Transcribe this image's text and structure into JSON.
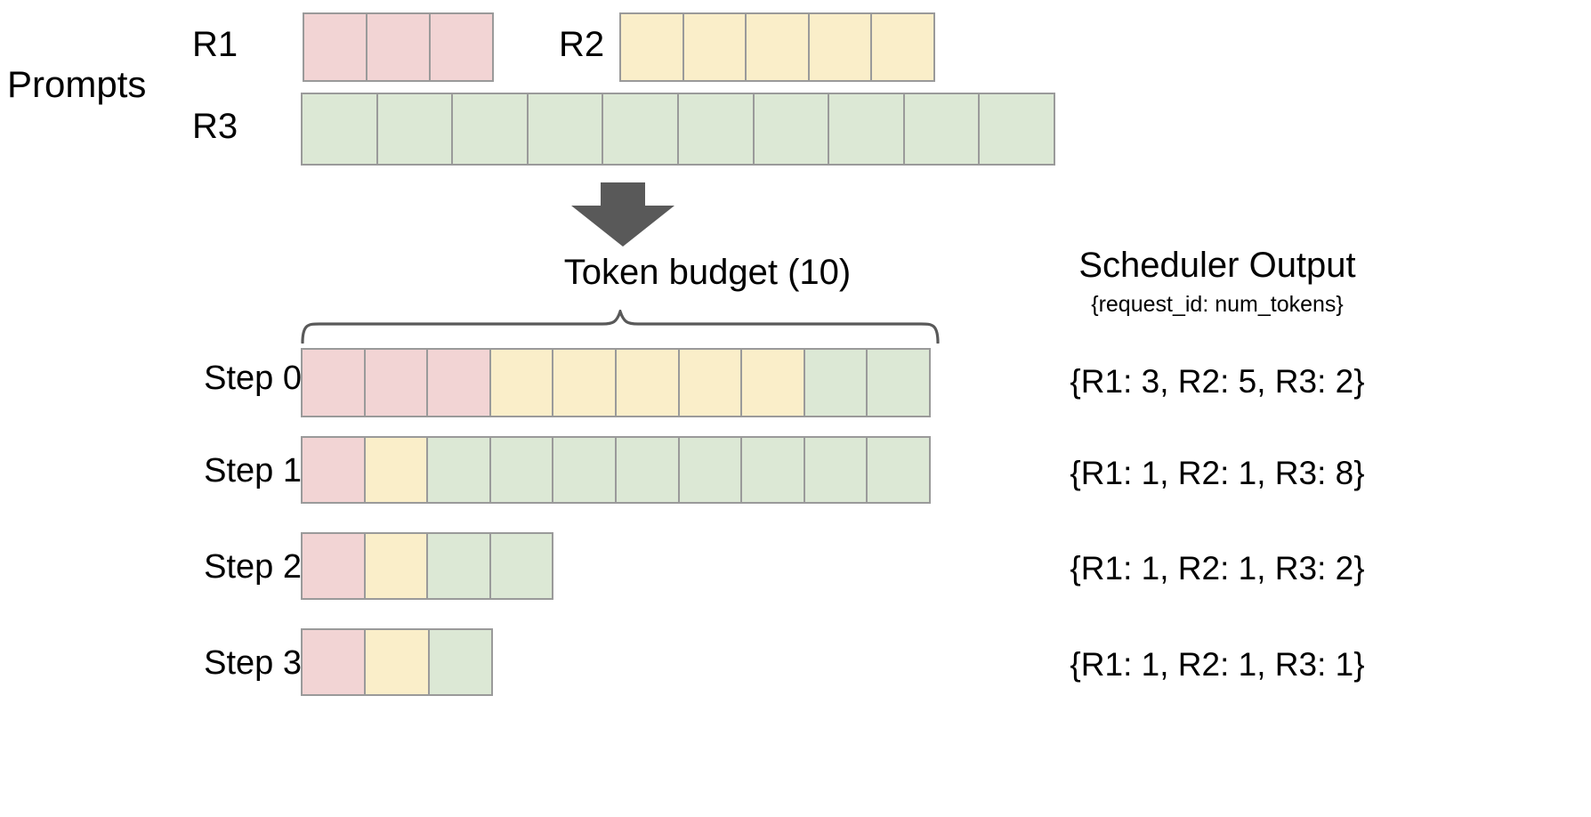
{
  "diagram": {
    "prompts_label": "Prompts",
    "requests": [
      {
        "id": "R1",
        "label": "R1",
        "tokens": 3,
        "color": "#f2d4d4"
      },
      {
        "id": "R2",
        "label": "R2",
        "tokens": 5,
        "color": "#faeec9"
      },
      {
        "id": "R3",
        "label": "R3",
        "tokens": 10,
        "color": "#dce8d5"
      }
    ],
    "token_budget_label": "Token  budget (10)",
    "token_budget": 10,
    "arrow_color": "#595959",
    "brace_color": "#595959",
    "scheduler_output": {
      "title": "Scheduler Output",
      "subtitle": "{request_id: num_tokens}"
    },
    "steps": [
      {
        "label": "Step 0",
        "segments": [
          {
            "request": "R1",
            "count": 3,
            "color": "#f2d4d4"
          },
          {
            "request": "R2",
            "count": 5,
            "color": "#faeec9"
          },
          {
            "request": "R3",
            "count": 2,
            "color": "#dce8d5"
          }
        ],
        "output": "{R1: 3, R2: 5, R3: 2}"
      },
      {
        "label": "Step 1",
        "segments": [
          {
            "request": "R1",
            "count": 1,
            "color": "#f2d4d4"
          },
          {
            "request": "R2",
            "count": 1,
            "color": "#faeec9"
          },
          {
            "request": "R3",
            "count": 8,
            "color": "#dce8d5"
          }
        ],
        "output": "{R1: 1, R2: 1, R3: 8}"
      },
      {
        "label": "Step 2",
        "segments": [
          {
            "request": "R1",
            "count": 1,
            "color": "#f2d4d4"
          },
          {
            "request": "R2",
            "count": 1,
            "color": "#faeec9"
          },
          {
            "request": "R3",
            "count": 2,
            "color": "#dce8d5"
          }
        ],
        "output": "{R1: 1, R2: 1, R3: 2}"
      },
      {
        "label": "Step 3",
        "segments": [
          {
            "request": "R1",
            "count": 1,
            "color": "#f2d4d4"
          },
          {
            "request": "R2",
            "count": 1,
            "color": "#faeec9"
          },
          {
            "request": "R3",
            "count": 1,
            "color": "#dce8d5"
          }
        ],
        "output": "{R1: 1, R2: 1, R3: 1}"
      }
    ],
    "colors": {
      "r1": "#f2d4d4",
      "r2": "#faeec9",
      "r3": "#dce8d5",
      "cell_border": "#9a9a9a",
      "text": "#000000"
    }
  }
}
